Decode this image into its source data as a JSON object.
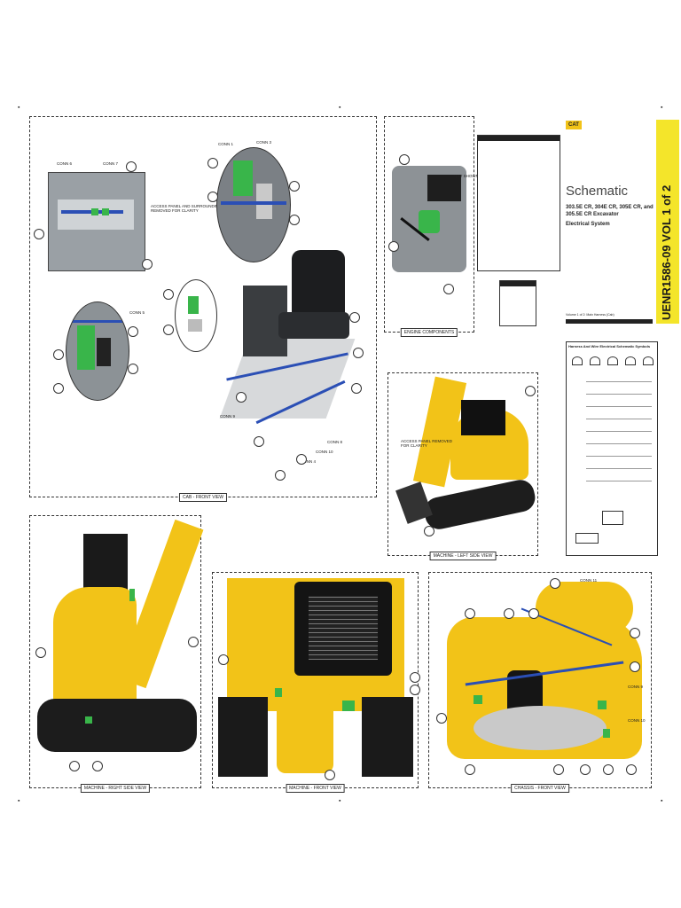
{
  "title_block": {
    "brand": "CAT",
    "doc_title": "Schematic",
    "models": "303.5E CR, 304E CR, 305E CR, and 305.5E CR Excavator",
    "system": "Electrical System",
    "volume_note": "Volume 1 of 2: Main Harness (Cab)",
    "banner": "UENR1586-09 VOL 1 of 2"
  },
  "panels": {
    "cab_front": {
      "label": "CAB - FRONT VIEW",
      "conn_labels": [
        "CONN 6",
        "CONN 7",
        "CONN 1",
        "CONN 3",
        "CONN 9",
        "CONN 8",
        "CONN 10",
        "CONN 5",
        "CONN 4"
      ],
      "access_note": "ACCESS PANEL AND SURROUNDING REMOVED FOR CLARITY"
    },
    "engine": {
      "label": "ENGINE COMPONENTS",
      "not_shown": "NOT SHOWN"
    },
    "machine_left": {
      "label": "MACHINE - LEFT SIDE VIEW",
      "access_note": "ACCESS PANEL REMOVED FOR CLARITY"
    },
    "machine_right": {
      "label": "MACHINE - RIGHT SIDE VIEW"
    },
    "machine_front": {
      "label": "MACHINE - FRONT VIEW"
    },
    "chassis_front": {
      "label": "CHASSIS - FRONT VIEW",
      "conn_labels": [
        "CONN 11",
        "CONN 9",
        "CONN 10"
      ]
    }
  },
  "symbols_legend": {
    "title": "Harness And Wire Electrical Schematic Symbols"
  },
  "colors": {
    "yellow": "#f2c318",
    "banner": "#f4e52a",
    "wire_blue": "#2b4fb5",
    "connector_green": "#39b54a"
  }
}
